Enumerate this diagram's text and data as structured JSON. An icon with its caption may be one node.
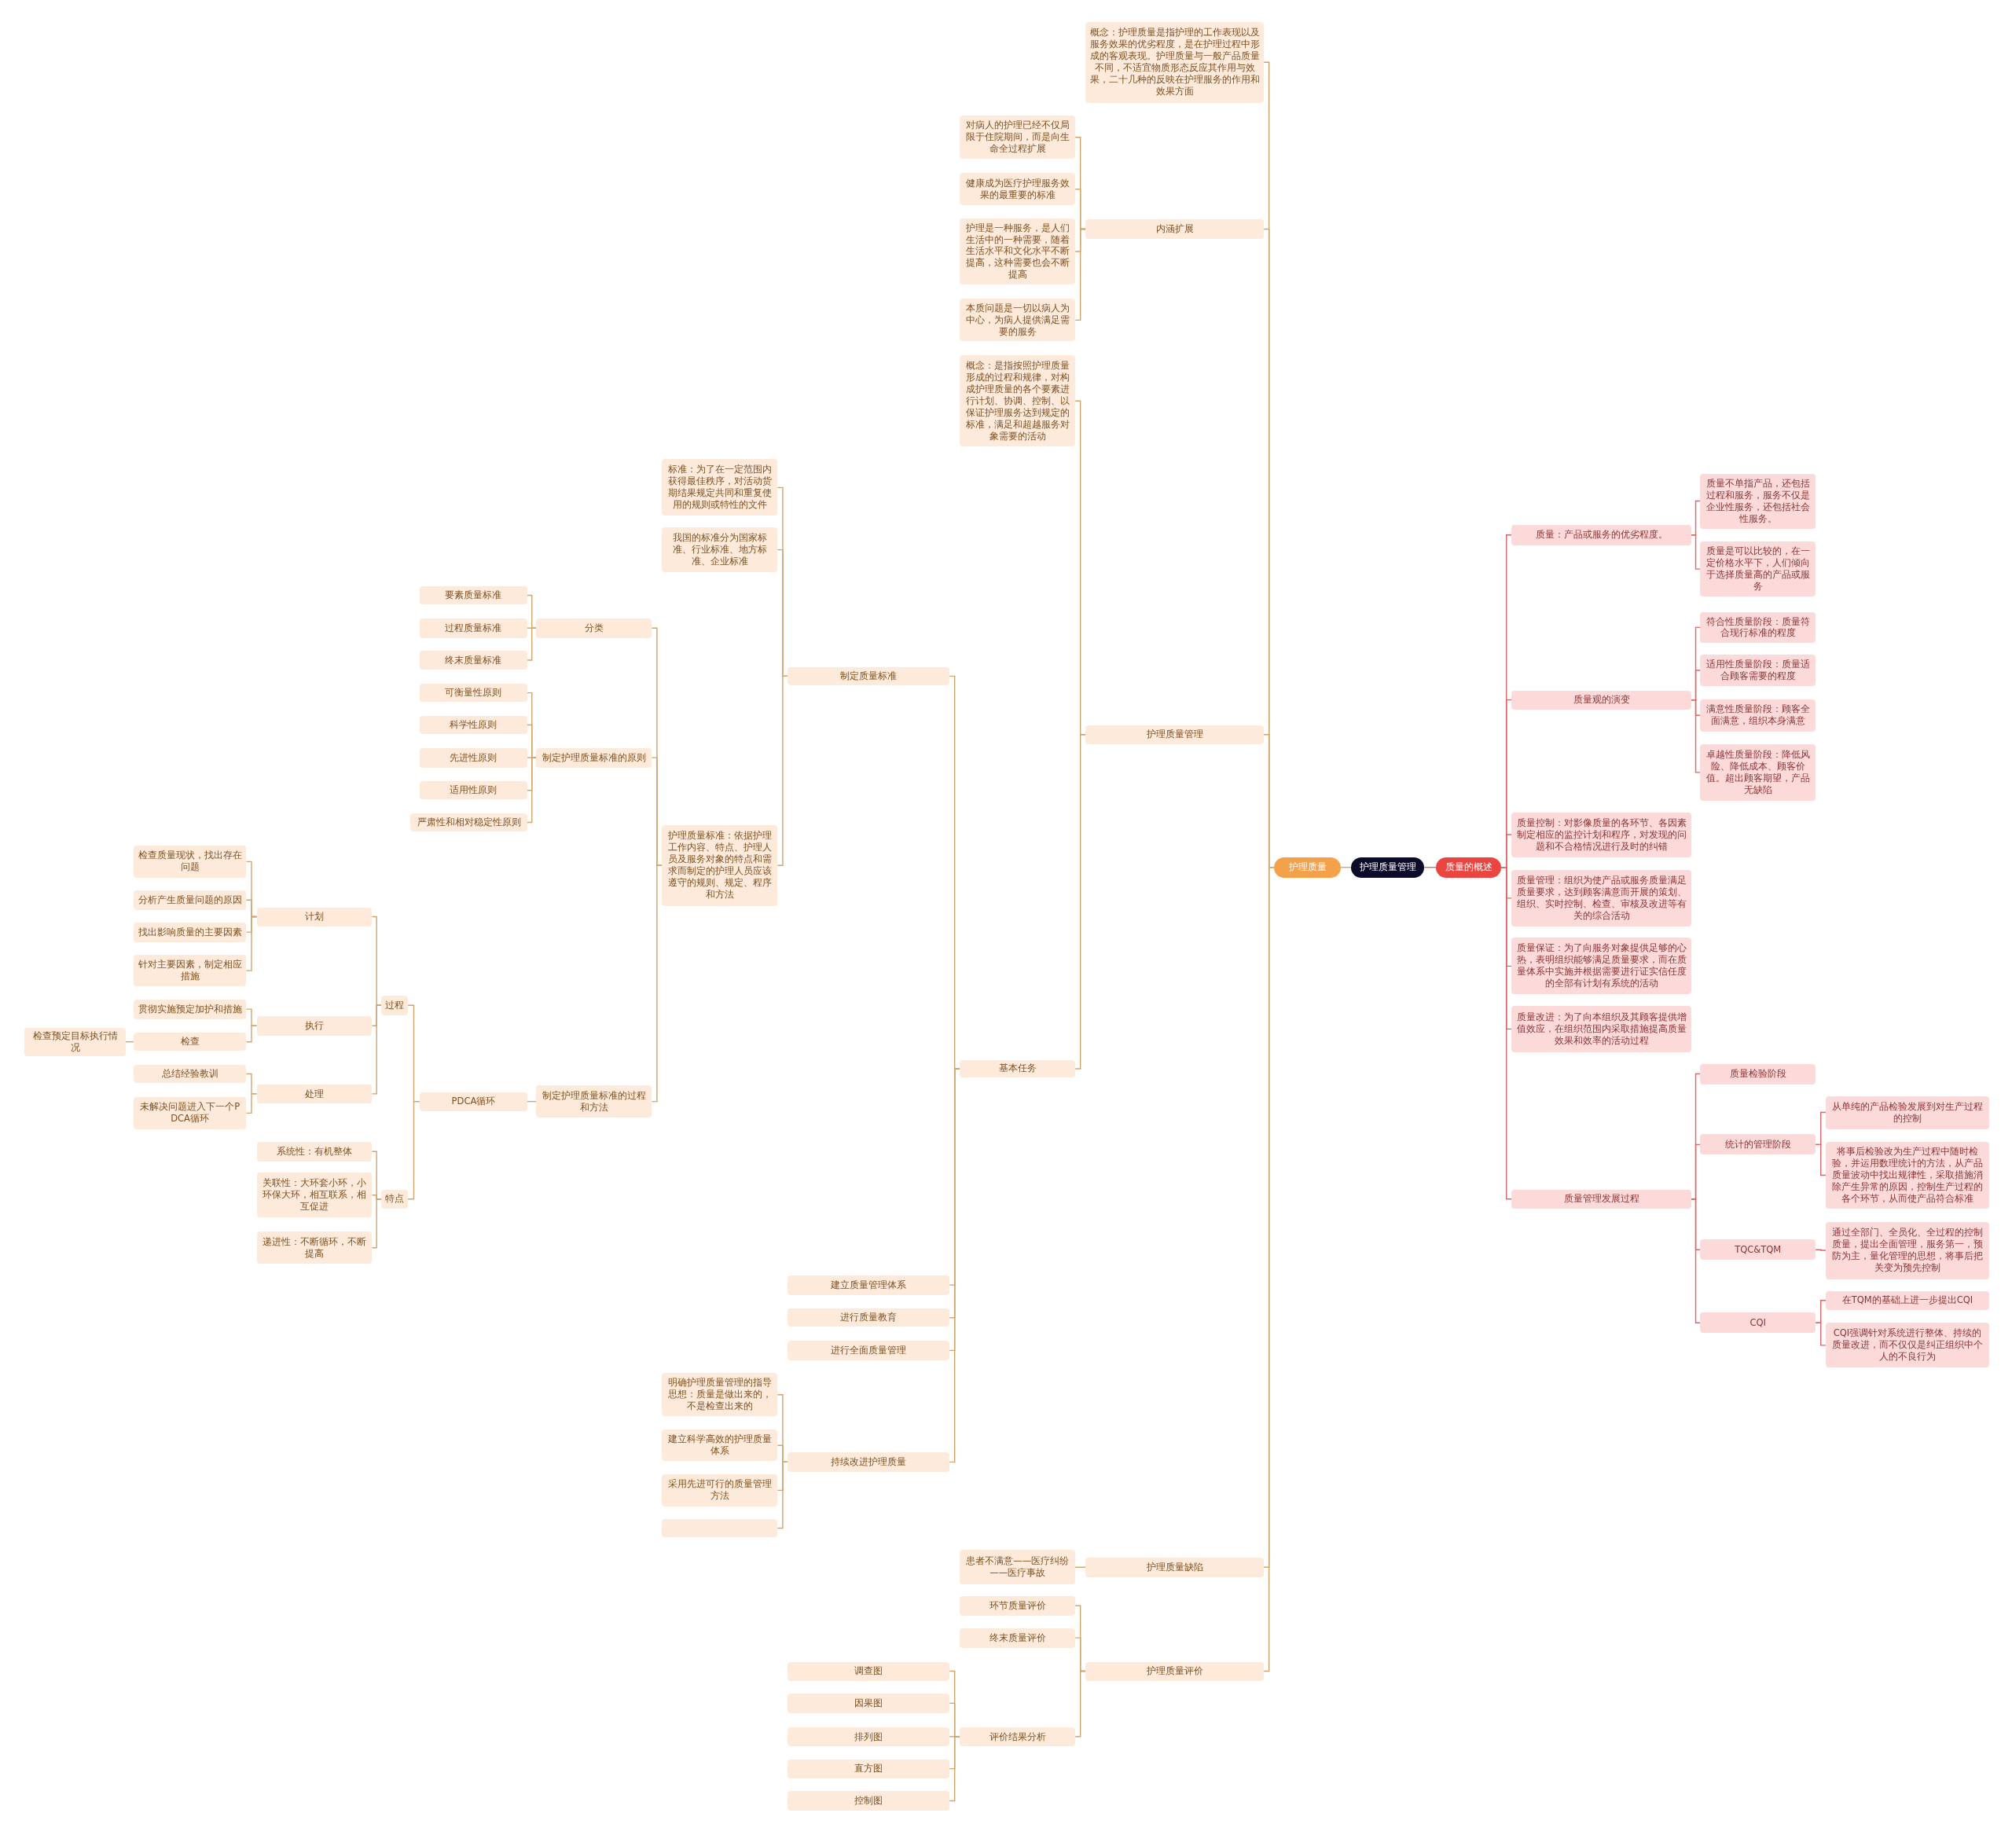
{
  "diagram": {
    "nodes": [
      {
        "text": [
          "护理质量管理"
        ]
      },
      {
        "text": [
          "护理质量"
        ]
      },
      {
        "text": [
          "质量的概述"
        ]
      },
      {
        "text": [
          "概念：护理质量是指护理的工作表现以及服务效果的优劣程度，是在护理过程中形成的客观表现。护理质量与一般产品质量不同，不适宜物质形态反应其作用与效果，二十几种的反映在护理服务的作用和效果方面"
        ]
      },
      {
        "text": [
          "内涵扩展"
        ]
      },
      {
        "text": [
          "护理质量管理"
        ]
      },
      {
        "text": [
          "护理质量缺陷"
        ]
      },
      {
        "text": [
          "护理质量评价"
        ]
      },
      {
        "text": [
          "对病人的护理已经不仅局限于住院期间，而是向生命全过程扩展"
        ]
      },
      {
        "text": [
          "健康成为医疗护理服务效果的最重要的标准"
        ]
      },
      {
        "text": [
          "护理是一种服务，是人们生活中的一种需要，随着生活水平和文化水平不断提高，这种需要也会不断提高"
        ]
      },
      {
        "text": [
          "本质问题是一切以病人为中心，为病人提供满足需要的服务"
        ]
      },
      {
        "text": [
          "概念：是指按照护理质量形成的过程和规律，对构成护理质量的各个要素进行计划、协调、控制、以保证护理服务达到规定的标准，满足和超越服务对象需要的活动"
        ]
      },
      {
        "text": [
          "基本任务"
        ]
      },
      {
        "text": [
          "制定质量标准"
        ]
      },
      {
        "text": [
          "建立质量管理体系"
        ]
      },
      {
        "text": [
          "进行质量教育"
        ]
      },
      {
        "text": [
          "进行全面质量管理"
        ]
      },
      {
        "text": [
          "持续改进护理质量"
        ]
      },
      {
        "text": [
          "标准：为了在一定范围内获得最佳秩序，对活动货期结果规定共同和重复使用的规则或特性的文件"
        ]
      },
      {
        "text": [
          "我国的标准分为国家标准、行业标准、地方标准、企业标准"
        ]
      },
      {
        "text": [
          "护理质量标准：依据护理工作内容、特点、护理人员及服务对象的特点和需求而制定的护理人员应该遵守的规则、规定、程序和方法"
        ]
      },
      {
        "text": [
          "分类"
        ]
      },
      {
        "text": [
          "制定护理质量标准的原则"
        ]
      },
      {
        "text": [
          "制定护理质量标准的过程和方法"
        ]
      },
      {
        "text": [
          "要素质量标准"
        ]
      },
      {
        "text": [
          "过程质量标准"
        ]
      },
      {
        "text": [
          "终末质量标准"
        ]
      },
      {
        "text": [
          "可衡量性原则"
        ]
      },
      {
        "text": [
          "科学性原则"
        ]
      },
      {
        "text": [
          "先进性原则"
        ]
      },
      {
        "text": [
          "适用性原则"
        ]
      },
      {
        "text": [
          "严肃性和相对稳定性原则"
        ]
      },
      {
        "text": [
          "PDCA循环"
        ]
      },
      {
        "text": [
          "过程"
        ]
      },
      {
        "text": [
          "特点"
        ]
      },
      {
        "text": [
          "计划"
        ]
      },
      {
        "text": [
          "执行"
        ]
      },
      {
        "text": [
          "处理"
        ]
      },
      {
        "text": [
          "检查质量现状，找出存在问题"
        ]
      },
      {
        "text": [
          "分析产生质量问题的原因"
        ]
      },
      {
        "text": [
          "找出影响质量的主要因素"
        ]
      },
      {
        "text": [
          "针对主要因素，制定相应措施"
        ]
      },
      {
        "text": [
          "贯彻实施预定加护和措施"
        ]
      },
      {
        "text": [
          "检查"
        ]
      },
      {
        "text": [
          "检查预定目标执行情况"
        ]
      },
      {
        "text": [
          "总结经验教训"
        ]
      },
      {
        "text": [
          "未解决问题进入下一个PDCA循环"
        ]
      },
      {
        "text": [
          "系统性：有机整体"
        ]
      },
      {
        "text": [
          "关联性：大环套小环，小环保大环，相互联系，相互促进"
        ]
      },
      {
        "text": [
          "递进性：不断循环，不断提高"
        ]
      },
      {
        "text": [
          "明确护理质量管理的指导思想：质量是做出来的，不是检查出来的"
        ]
      },
      {
        "text": [
          "建立科学高效的护理质量体系"
        ]
      },
      {
        "text": [
          "采用先进可行的质量管理方法"
        ]
      },
      {
        "text": [],
        "shape": "box"
      },
      {
        "text": [
          "患者不满意——医疗纠纷——医疗事故"
        ]
      },
      {
        "text": [
          "环节质量评价"
        ]
      },
      {
        "text": [
          "终末质量评价"
        ]
      },
      {
        "text": [
          "评价结果分析"
        ]
      },
      {
        "text": [
          "调查图"
        ]
      },
      {
        "text": [
          "因果图"
        ]
      },
      {
        "text": [
          "排列图"
        ]
      },
      {
        "text": [
          "直方图"
        ]
      },
      {
        "text": [
          "控制图"
        ]
      },
      {
        "text": [
          "质量：产品或服务的优劣程度。"
        ]
      },
      {
        "text": [
          "质量观的演变"
        ]
      },
      {
        "text": [
          "质量控制：对影像质量的各环节、各因素制定相应的监控计划和程序，对发现的问题和不合格情况进行及时的纠错"
        ]
      },
      {
        "text": [
          "质量管理：组织为使产品或服务质量满足质量要求，达到顾客满意而开展的策划、组织、实时控制、检查、审核及改进等有关的综合活动"
        ]
      },
      {
        "text": [
          "质量保证：为了向服务对象提供足够的心热，表明组织能够满足质量要求，而在质量体系中实施并根据需要进行证实信任度的全部有计划有系统的活动"
        ]
      },
      {
        "text": [
          "质量改进：为了向本组织及其顾客提供增值效应，在组织范围内采取措施提高质量效果和效率的活动过程"
        ]
      },
      {
        "text": [
          "质量管理发展过程"
        ]
      },
      {
        "text": [
          "质量不单指产品，还包括过程和服务，服务不仅是企业性服务，还包括社会性服务。"
        ]
      },
      {
        "text": [
          "质量是可以比较的，在一定价格水平下，人们倾向于选择质量高的产品或服务"
        ]
      },
      {
        "text": [
          "符合性质量阶段：质量符合现行标准的程度"
        ]
      },
      {
        "text": [
          "适用性质量阶段：质量适合顾客需要的程度"
        ]
      },
      {
        "text": [
          "满意性质量阶段：顾客全面满意，组织本身满意"
        ]
      },
      {
        "text": [
          "卓越性质量阶段：降低风险、降低成本、顾客价值。超出顾客期望，产品无缺陷"
        ]
      },
      {
        "text": [
          "质量检验阶段"
        ]
      },
      {
        "text": [
          "统计的管理阶段"
        ]
      },
      {
        "text": [
          "TQC&TQM"
        ]
      },
      {
        "text": [
          "CQI"
        ]
      },
      {
        "text": [
          "从单纯的产品检验发展到对生产过程的控制"
        ]
      },
      {
        "text": [
          "将事后检验改为生产过程中随时检验，并运用数理统计的方法，从产品质量波动中找出规律性，采取措施消除产生异常的原因，控制生产过程的各个环节，从而使产品符合标准"
        ]
      },
      {
        "text": [
          "通过全部门、全员化、全过程的控制质量，提出全面管理，服务第一，预防为主，量化管理的思想，将事后把关变为预先控制"
        ]
      },
      {
        "text": [
          "在TQM的基础上进一步提出CQI"
        ]
      },
      {
        "text": [
          "CQI强调针对系统进行整体、持续的质量改进，而不仅仅是纠正组织中个人的不良行为"
        ]
      }
    ],
    "edges": [
      {
        "from": 0,
        "to": 1,
        "arrow": "none"
      },
      {
        "from": 0,
        "to": 2,
        "arrow": "none",
        "color": "#e06464"
      },
      {
        "from": 1,
        "to": 3,
        "arrow": "none"
      },
      {
        "from": 1,
        "to": 4,
        "arrow": "none"
      },
      {
        "from": 1,
        "to": 5,
        "arrow": "none"
      },
      {
        "from": 1,
        "to": 6,
        "arrow": "none"
      },
      {
        "from": 1,
        "to": 7,
        "arrow": "none"
      },
      {
        "from": 4,
        "to": 8,
        "arrow": "none"
      },
      {
        "from": 4,
        "to": 9,
        "arrow": "none"
      },
      {
        "from": 4,
        "to": 10,
        "arrow": "none"
      },
      {
        "from": 4,
        "to": 11,
        "arrow": "none"
      },
      {
        "from": 5,
        "to": 12,
        "arrow": "none"
      },
      {
        "from": 5,
        "to": 13,
        "arrow": "none"
      },
      {
        "from": 13,
        "to": 14,
        "arrow": "none"
      },
      {
        "from": 13,
        "to": 15,
        "arrow": "none"
      },
      {
        "from": 13,
        "to": 16,
        "arrow": "none"
      },
      {
        "from": 13,
        "to": 17,
        "arrow": "none"
      },
      {
        "from": 13,
        "to": 18,
        "arrow": "none"
      },
      {
        "from": 14,
        "to": 19,
        "arrow": "none"
      },
      {
        "from": 14,
        "to": 20,
        "arrow": "none"
      },
      {
        "from": 14,
        "to": 21,
        "arrow": "none"
      },
      {
        "from": 21,
        "to": 22,
        "arrow": "none"
      },
      {
        "from": 21,
        "to": 23,
        "arrow": "none"
      },
      {
        "from": 21,
        "to": 24,
        "arrow": "none"
      },
      {
        "from": 22,
        "to": 25,
        "arrow": "none"
      },
      {
        "from": 22,
        "to": 26,
        "arrow": "none"
      },
      {
        "from": 22,
        "to": 27,
        "arrow": "none"
      },
      {
        "from": 23,
        "to": 28,
        "arrow": "none"
      },
      {
        "from": 23,
        "to": 29,
        "arrow": "none"
      },
      {
        "from": 23,
        "to": 30,
        "arrow": "none"
      },
      {
        "from": 23,
        "to": 31,
        "arrow": "none"
      },
      {
        "from": 23,
        "to": 32,
        "arrow": "none"
      },
      {
        "from": 24,
        "to": 33,
        "arrow": "none"
      },
      {
        "from": 33,
        "to": 34,
        "arrow": "none"
      },
      {
        "from": 33,
        "to": 35,
        "arrow": "none"
      },
      {
        "from": 34,
        "to": 36,
        "arrow": "none"
      },
      {
        "from": 34,
        "to": 37,
        "arrow": "none"
      },
      {
        "from": 34,
        "to": 38,
        "arrow": "none"
      },
      {
        "from": 36,
        "to": 39,
        "arrow": "none"
      },
      {
        "from": 36,
        "to": 40,
        "arrow": "none"
      },
      {
        "from": 36,
        "to": 41,
        "arrow": "none"
      },
      {
        "from": 36,
        "to": 42,
        "arrow": "none"
      },
      {
        "from": 37,
        "to": 43,
        "arrow": "none"
      },
      {
        "from": 37,
        "to": 44,
        "arrow": "none"
      },
      {
        "from": 44,
        "to": 45,
        "arrow": "none"
      },
      {
        "from": 38,
        "to": 46,
        "arrow": "none"
      },
      {
        "from": 38,
        "to": 47,
        "arrow": "none"
      },
      {
        "from": 35,
        "to": 48,
        "arrow": "none"
      },
      {
        "from": 35,
        "to": 49,
        "arrow": "none"
      },
      {
        "from": 35,
        "to": 50,
        "arrow": "none"
      },
      {
        "from": 18,
        "to": 51,
        "arrow": "none"
      },
      {
        "from": 18,
        "to": 52,
        "arrow": "none"
      },
      {
        "from": 18,
        "to": 53,
        "arrow": "none"
      },
      {
        "from": 18,
        "to": 54,
        "arrow": "none"
      },
      {
        "from": 6,
        "to": 55,
        "arrow": "none"
      },
      {
        "from": 7,
        "to": 56,
        "arrow": "none"
      },
      {
        "from": 7,
        "to": 57,
        "arrow": "none"
      },
      {
        "from": 7,
        "to": 58,
        "arrow": "none"
      },
      {
        "from": 58,
        "to": 59,
        "arrow": "none"
      },
      {
        "from": 58,
        "to": 60,
        "arrow": "none"
      },
      {
        "from": 58,
        "to": 61,
        "arrow": "none"
      },
      {
        "from": 58,
        "to": 62,
        "arrow": "none"
      },
      {
        "from": 58,
        "to": 63,
        "arrow": "none"
      },
      {
        "from": 2,
        "to": 64,
        "arrow": "none",
        "color": "#e06464"
      },
      {
        "from": 2,
        "to": 65,
        "arrow": "none",
        "color": "#e06464"
      },
      {
        "from": 2,
        "to": 66,
        "arrow": "none",
        "color": "#e06464"
      },
      {
        "from": 2,
        "to": 67,
        "arrow": "none",
        "color": "#e06464"
      },
      {
        "from": 2,
        "to": 68,
        "arrow": "none",
        "color": "#e06464"
      },
      {
        "from": 2,
        "to": 69,
        "arrow": "none",
        "color": "#e06464"
      },
      {
        "from": 2,
        "to": 70,
        "arrow": "none",
        "color": "#e06464"
      },
      {
        "from": 64,
        "to": 71,
        "arrow": "none",
        "color": "#e06464"
      },
      {
        "from": 64,
        "to": 72,
        "arrow": "none",
        "color": "#e06464"
      },
      {
        "from": 65,
        "to": 73,
        "arrow": "none",
        "color": "#e06464"
      },
      {
        "from": 65,
        "to": 74,
        "arrow": "none",
        "color": "#e06464"
      },
      {
        "from": 65,
        "to": 75,
        "arrow": "none",
        "color": "#e06464"
      },
      {
        "from": 65,
        "to": 76,
        "arrow": "none",
        "color": "#e06464"
      },
      {
        "from": 70,
        "to": 77,
        "arrow": "none",
        "color": "#e06464"
      },
      {
        "from": 70,
        "to": 78,
        "arrow": "none",
        "color": "#e06464"
      },
      {
        "from": 70,
        "to": 79,
        "arrow": "none",
        "color": "#e06464"
      },
      {
        "from": 70,
        "to": 80,
        "arrow": "none",
        "color": "#e06464"
      },
      {
        "from": 78,
        "to": 81,
        "arrow": "none",
        "color": "#e06464"
      },
      {
        "from": 78,
        "to": 82,
        "arrow": "none",
        "color": "#e06464"
      },
      {
        "from": 79,
        "to": 83,
        "arrow": "none",
        "color": "#e06464"
      },
      {
        "from": 80,
        "to": 84,
        "arrow": "none",
        "color": "#e06464"
      },
      {
        "from": 80,
        "to": 85,
        "arrow": "none",
        "color": "#e06464"
      }
    ]
  }
}
